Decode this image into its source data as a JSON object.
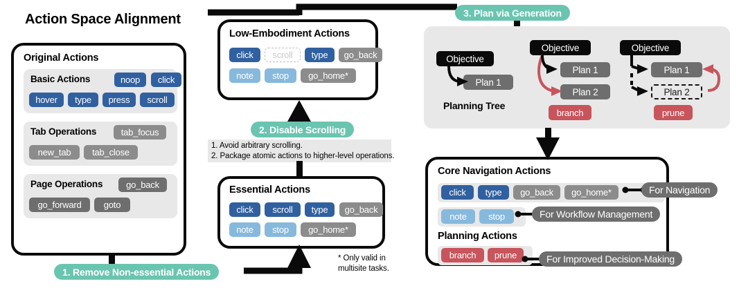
{
  "title": "Action Space Alignment",
  "original_actions": {
    "card_title": "Original Actions",
    "groups": [
      {
        "label": "Basic Actions",
        "chips": [
          {
            "text": "noop",
            "style": "blue"
          },
          {
            "text": "click",
            "style": "blue"
          },
          {
            "text": "hover",
            "style": "blue"
          },
          {
            "text": "type",
            "style": "blue"
          },
          {
            "text": "press",
            "style": "blue"
          },
          {
            "text": "scroll",
            "style": "blue"
          }
        ]
      },
      {
        "label": "Tab Operations",
        "chips": [
          {
            "text": "tab_focus",
            "style": "gray"
          },
          {
            "text": "new_tab",
            "style": "gray"
          },
          {
            "text": "tab_close",
            "style": "gray"
          }
        ]
      },
      {
        "label": "Page Operations",
        "chips": [
          {
            "text": "go_back",
            "style": "dgray"
          },
          {
            "text": "go_forward",
            "style": "dgray"
          },
          {
            "text": "goto",
            "style": "dgray"
          }
        ]
      }
    ]
  },
  "low_embodiment": {
    "card_title": "Low-Embodiment Actions",
    "chips": [
      {
        "text": "click",
        "style": "blue"
      },
      {
        "text": "scroll",
        "style": "ghost"
      },
      {
        "text": "type",
        "style": "blue"
      },
      {
        "text": "go_back",
        "style": "gray"
      },
      {
        "text": "note",
        "style": "lblue"
      },
      {
        "text": "stop",
        "style": "lblue"
      },
      {
        "text": "go_home*",
        "style": "gray"
      }
    ]
  },
  "essential": {
    "card_title": "Essential Actions",
    "chips": [
      {
        "text": "click",
        "style": "blue"
      },
      {
        "text": "scroll",
        "style": "blue"
      },
      {
        "text": "type",
        "style": "blue"
      },
      {
        "text": "go_back",
        "style": "gray"
      },
      {
        "text": "note",
        "style": "lblue"
      },
      {
        "text": "stop",
        "style": "lblue"
      },
      {
        "text": "go_home*",
        "style": "gray"
      }
    ]
  },
  "steps": {
    "step1": "1. Remove Non-essential Actions",
    "step2": "2. Disable Scrolling",
    "step3": "3. Plan via Generation"
  },
  "step2_notes": {
    "line1": "1. Avoid arbitrary scrolling.",
    "line2": "2. Package atomic actions to higher-level operations."
  },
  "footnote": {
    "line1": "* Only valid in",
    "line2": "multisite tasks."
  },
  "planning_tree": {
    "caption": "Planning Tree",
    "tree_a": {
      "objective": "Objective",
      "plans": [
        "Plan 1"
      ]
    },
    "tree_b": {
      "objective": "Objective",
      "plans": [
        "Plan 1",
        "Plan 2"
      ],
      "action": "branch"
    },
    "tree_c": {
      "objective": "Objective",
      "plans": [
        "Plan 1",
        "Plan 2"
      ],
      "action": "prune"
    }
  },
  "core_nav": {
    "card_title": "Core Navigation Actions",
    "planning_title": "Planning Actions",
    "row1": [
      {
        "text": "click",
        "style": "blue"
      },
      {
        "text": "type",
        "style": "blue"
      },
      {
        "text": "go_back",
        "style": "gray"
      },
      {
        "text": "go_home*",
        "style": "gray"
      }
    ],
    "row2": [
      {
        "text": "note",
        "style": "lblue"
      },
      {
        "text": "stop",
        "style": "lblue"
      }
    ],
    "row3": [
      {
        "text": "branch",
        "style": "red"
      },
      {
        "text": "prune",
        "style": "red"
      }
    ],
    "tags": {
      "navigation": "For Navigation",
      "workflow": "For Workflow Management",
      "decision": "For Improved Decision-Making"
    }
  },
  "colors": {
    "blue": "#30609f",
    "light_blue": "#86b9dc",
    "gray": "#8c8c8c",
    "dark_gray": "#6e6e6e",
    "red": "#c8545c",
    "teal": "#6ac5b0",
    "band": "#e8e8e8",
    "ink": "#0a0a0a"
  }
}
